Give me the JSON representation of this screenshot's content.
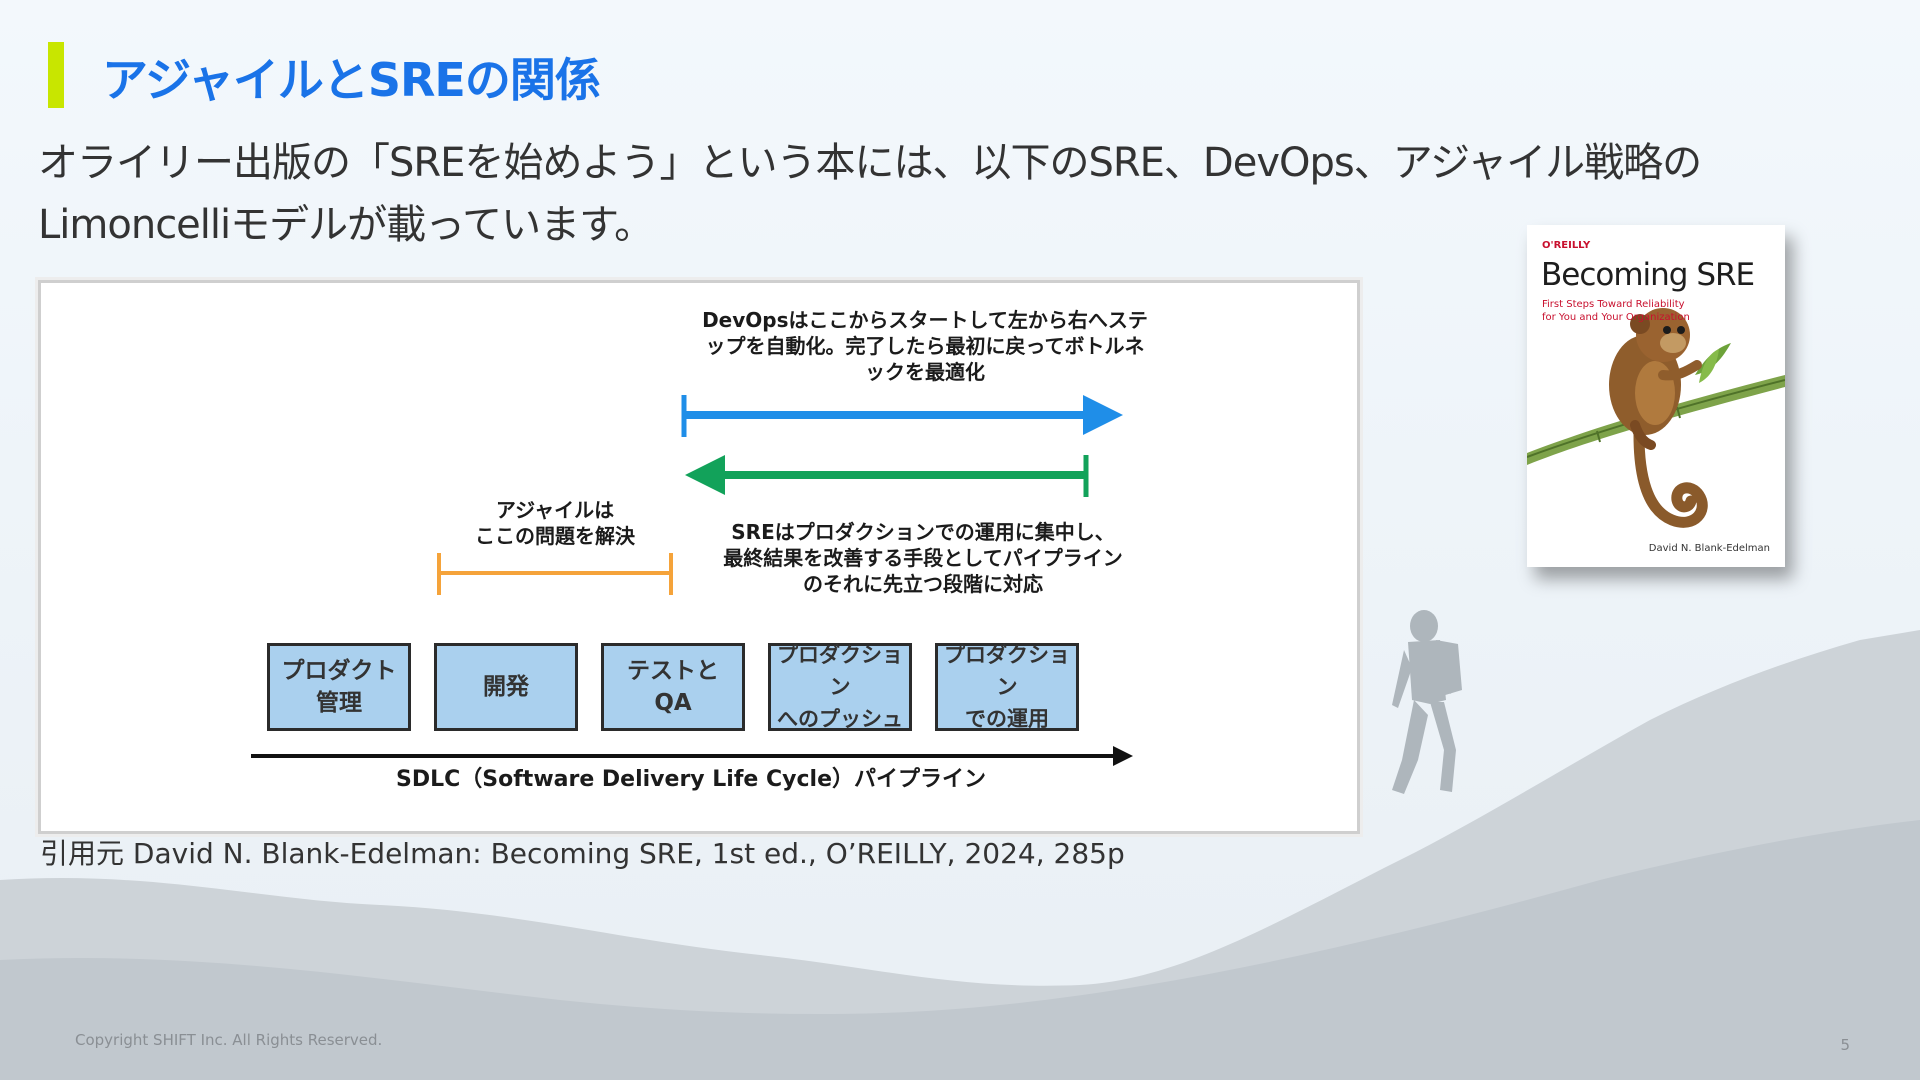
{
  "slide": {
    "title": "アジャイルとSREの関係",
    "intro": "オライリー出版の「SREを始めよう」という本には、以下のSRE、DevOps、アジャイル戦略のLimoncelliモデルが載っています。",
    "citation": "引用元 David N. Blank-Edelman: Becoming SRE, 1st ed., O’REILLY, 2024, 285p",
    "copyright": "Copyright SHIFT Inc. All Rights Reserved.",
    "page_number": "5"
  },
  "figure": {
    "devops_note": "DevOpsはここからスタートして左から右へステップを自動化。完了したら最初に戻ってボトルネックを最適化",
    "agile_note": "アジャイルは\nここの問題を解決",
    "sre_note": "SREはプロダクションでの運用に集中し、最終結果を改善する手段としてパイプラインのそれに先立つ段階に対応",
    "stages": [
      "プロダクト\n管理",
      "開発",
      "テストと\nQA",
      "プロダクション\nへのプッシュ",
      "プロダクション\nでの運用"
    ],
    "pipeline_label": "SDLC（Software Delivery Life Cycle）パイプライン",
    "colors": {
      "devops_arrow": "#1f8ee8",
      "sre_arrow": "#12a25a",
      "agile_bracket": "#f5a33a",
      "stage_fill": "#aad0ee"
    }
  },
  "book": {
    "publisher": "O'REILLY",
    "title": "Becoming SRE",
    "subtitle": "First Steps Toward Reliability\nfor You and Your Organization",
    "author": "David N. Blank-Edelman",
    "cover_art": "monkey-on-bamboo-illustration"
  },
  "colors": {
    "title": "#1a73e8",
    "accent_bar": "#c8e600"
  }
}
